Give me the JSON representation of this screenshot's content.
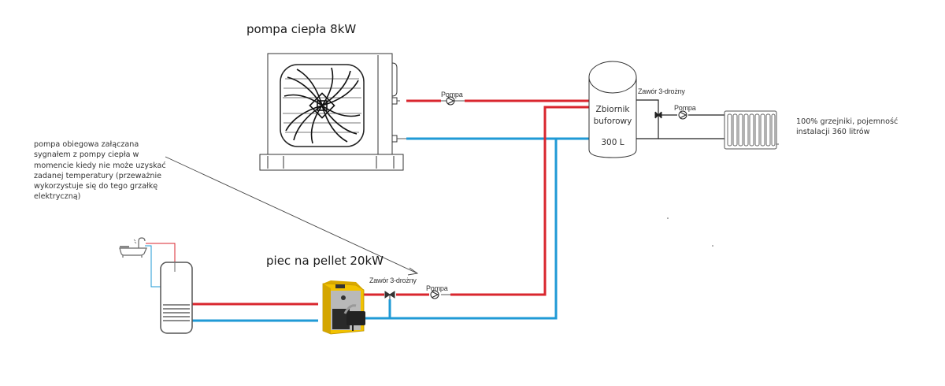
{
  "diagram": {
    "title_heat_pump": "pompa ciepła 8kW",
    "title_pellet_boiler": "piec na pellet 20kW",
    "heat_pump_pump_label": "Pompa",
    "buffer_tank": {
      "line1": "Zbiornik",
      "line2": "buforowy",
      "capacity": "300 L"
    },
    "radiator_valve_label": "Zawór 3-drożny",
    "radiator_pump_label": "Pompa",
    "radiator_note_line1": "100% grzejniki, pojemność",
    "radiator_note_line2": "instalacji 360 litrów",
    "boiler_valve_label": "Zawór 3-drożny",
    "boiler_pump_label": "Pompa",
    "annotation_note": "pompa obiegowa załączana sygnałem z pompy ciepła w momencie kiedy nie może uzyskać zadanej temperatury (przeważnie wykorzystuje się do tego grzałkę elektryczną)",
    "colors": {
      "supply": "#d9262e",
      "return": "#1f9ad6",
      "line": "#222222",
      "boiler_body": "#f2c200"
    }
  }
}
